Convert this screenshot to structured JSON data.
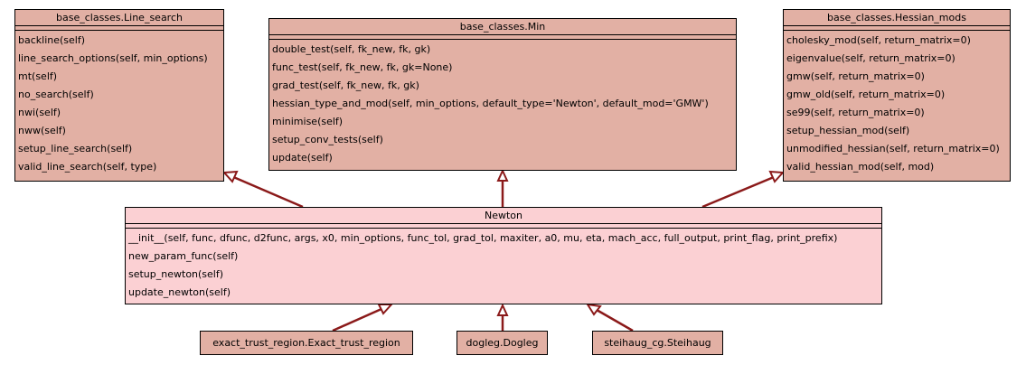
{
  "classes": {
    "line_search": {
      "name": "base_classes.Line_search",
      "methods": [
        "backline(self)",
        "line_search_options(self, min_options)",
        "mt(self)",
        "no_search(self)",
        "nwi(self)",
        "nww(self)",
        "setup_line_search(self)",
        "valid_line_search(self, type)"
      ]
    },
    "min": {
      "name": "base_classes.Min",
      "methods": [
        "double_test(self, fk_new, fk, gk)",
        "func_test(self, fk_new, fk, gk=None)",
        "grad_test(self, fk_new, fk, gk)",
        "hessian_type_and_mod(self, min_options, default_type='Newton', default_mod='GMW')",
        "minimise(self)",
        "setup_conv_tests(self)",
        "update(self)"
      ]
    },
    "hessian_mods": {
      "name": "base_classes.Hessian_mods",
      "methods": [
        "cholesky_mod(self, return_matrix=0)",
        "eigenvalue(self, return_matrix=0)",
        "gmw(self, return_matrix=0)",
        "gmw_old(self, return_matrix=0)",
        "se99(self, return_matrix=0)",
        "setup_hessian_mod(self)",
        "unmodified_hessian(self, return_matrix=0)",
        "valid_hessian_mod(self, mod)"
      ]
    },
    "newton": {
      "name": "Newton",
      "methods": [
        "__init__(self, func, dfunc, d2func, args, x0, min_options, func_tol, grad_tol, maxiter, a0, mu, eta, mach_acc, full_output, print_flag, print_prefix)",
        "new_param_func(self)",
        "setup_newton(self)",
        "update_newton(self)"
      ]
    },
    "subclasses": [
      "exact_trust_region.Exact_trust_region",
      "dogleg.Dogleg",
      "steihaug_cg.Steihaug"
    ]
  },
  "colors": {
    "base_fill": "#e2b0a4",
    "focus_fill": "#fbd0d3",
    "edge": "#8b0000"
  }
}
